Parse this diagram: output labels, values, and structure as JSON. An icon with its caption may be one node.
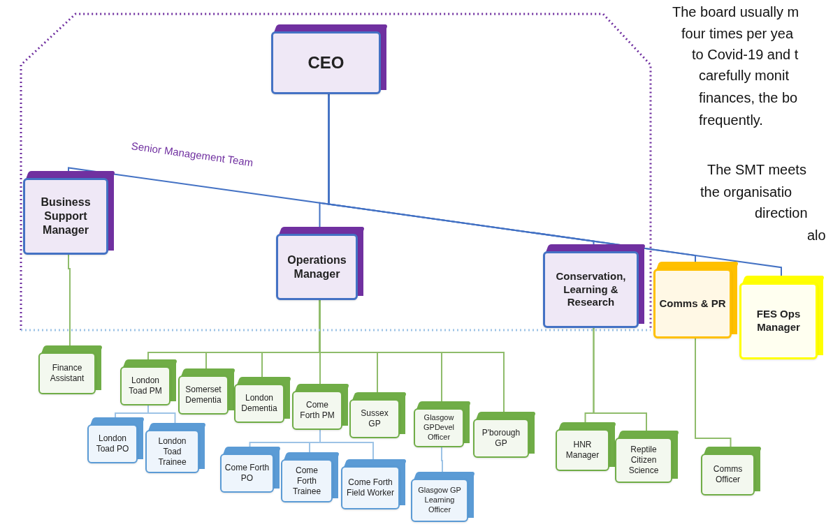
{
  "diagram": {
    "nodes": [
      {
        "text": [
          "Senior Management Team"
        ]
      },
      {
        "text": [
          "CEO"
        ],
        "in": 0
      },
      {
        "text": [
          "Business Support Manager"
        ],
        "in": 0
      },
      {
        "text": [
          "Operations Manager"
        ],
        "in": 0
      },
      {
        "text": [
          "Conservation, Learning & Research"
        ],
        "in": 0
      },
      {
        "text": [
          "Comms & PR"
        ]
      },
      {
        "text": [
          "FES Ops Manager"
        ]
      },
      {
        "text": [
          "Finance Assistant"
        ]
      },
      {
        "text": [
          "London Toad PM"
        ]
      },
      {
        "text": [
          "Somerset Dementia"
        ]
      },
      {
        "text": [
          "London Dementia"
        ]
      },
      {
        "text": [
          "Come Forth PM"
        ]
      },
      {
        "text": [
          "Sussex GP"
        ]
      },
      {
        "text": [
          "Glasgow GPDevel Officer"
        ]
      },
      {
        "text": [
          "P'borough GP"
        ]
      },
      {
        "text": [
          "London Toad PO"
        ]
      },
      {
        "text": [
          "London Toad Trainee"
        ]
      },
      {
        "text": [
          "Come Forth PO"
        ]
      },
      {
        "text": [
          "Come Forth Trainee"
        ]
      },
      {
        "text": [
          "Come Forth Field Worker"
        ]
      },
      {
        "text": [
          "Glasgow GP Learning Officer"
        ]
      },
      {
        "text": [
          "HNR Manager"
        ]
      },
      {
        "text": [
          "Reptile Citizen Science"
        ]
      },
      {
        "text": [
          "Comms Officer"
        ]
      }
    ],
    "edges": [
      {
        "from": 1,
        "to": 2,
        "arrow": "none",
        "color": "#4472c4"
      },
      {
        "from": 1,
        "to": 3,
        "arrow": "none",
        "color": "#4472c4"
      },
      {
        "from": 1,
        "to": 4,
        "arrow": "none",
        "color": "#4472c4"
      },
      {
        "from": 1,
        "to": 5,
        "arrow": "none",
        "color": "#4472c4"
      },
      {
        "from": 1,
        "to": 6,
        "arrow": "none",
        "color": "#4472c4"
      },
      {
        "from": 2,
        "to": 7,
        "arrow": "none"
      },
      {
        "from": 3,
        "to": 8,
        "arrow": "none"
      },
      {
        "from": 3,
        "to": 9,
        "arrow": "none"
      },
      {
        "from": 3,
        "to": 10,
        "arrow": "none"
      },
      {
        "from": 3,
        "to": 11,
        "arrow": "none"
      },
      {
        "from": 3,
        "to": 12,
        "arrow": "none"
      },
      {
        "from": 3,
        "to": 13,
        "arrow": "none"
      },
      {
        "from": 3,
        "to": 14,
        "arrow": "none"
      },
      {
        "from": 8,
        "to": 15,
        "arrow": "none",
        "color": "#9dc3e6"
      },
      {
        "from": 8,
        "to": 16,
        "arrow": "none",
        "color": "#9dc3e6"
      },
      {
        "from": 11,
        "to": 17,
        "arrow": "none",
        "color": "#9dc3e6"
      },
      {
        "from": 11,
        "to": 18,
        "arrow": "none",
        "color": "#9dc3e6"
      },
      {
        "from": 11,
        "to": 19,
        "arrow": "none",
        "color": "#9dc3e6"
      },
      {
        "from": 13,
        "to": 20,
        "arrow": "none",
        "color": "#9dc3e6"
      },
      {
        "from": 4,
        "to": 21,
        "arrow": "none"
      },
      {
        "from": 4,
        "to": 22,
        "arrow": "none"
      },
      {
        "from": 5,
        "to": 23,
        "arrow": "none"
      }
    ],
    "labels": [
      "The board usually m",
      "four times per yea",
      "to Covid-19 and t",
      "carefully monit",
      "finances, the bo",
      "frequently.",
      "The SMT meets",
      "the organisatio",
      "direction",
      "alo"
    ]
  }
}
